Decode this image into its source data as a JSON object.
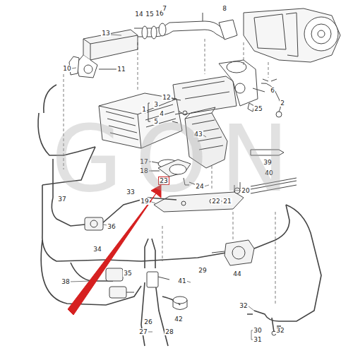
{
  "diagram": {
    "labels": [
      "14",
      "15",
      "16",
      "7",
      "8",
      "13",
      "10",
      "11",
      "12",
      "1",
      "3",
      "4",
      "5",
      "6",
      "2",
      "25",
      "43",
      "39",
      "17",
      "18",
      "23",
      "24",
      "40",
      "20",
      "33",
      "37",
      "19",
      "22",
      "21",
      "36",
      "34",
      "29",
      "44",
      "35",
      "41",
      "38",
      "42",
      "26",
      "27",
      "28",
      "32",
      "30",
      "31",
      "32",
      "GON"
    ]
  }
}
